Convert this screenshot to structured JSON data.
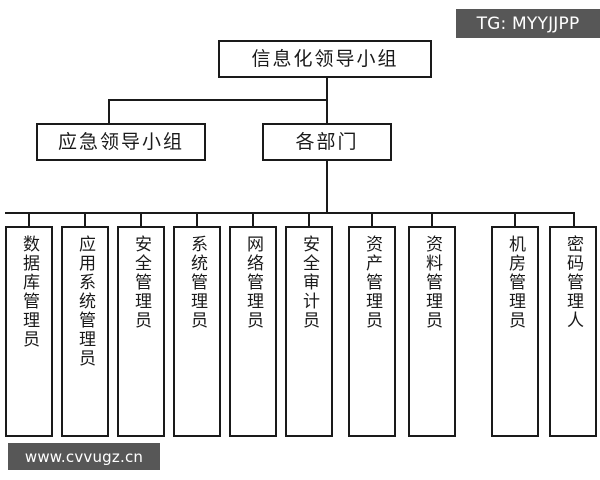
{
  "diagram": {
    "type": "organizational-chart",
    "orientation": "top-down",
    "levels": 3,
    "root": {
      "id": "root",
      "label": "信息化领导小组"
    },
    "level2": [
      {
        "id": "emergency-leadership-group",
        "label": "应急领导小组"
      },
      {
        "id": "all-departments",
        "label": "各部门"
      }
    ],
    "leaves": [
      {
        "id": "database-admin",
        "label": "数据库管理员"
      },
      {
        "id": "app-system-admin",
        "label": "应用系统管理员"
      },
      {
        "id": "security-admin",
        "label": "安全管理员"
      },
      {
        "id": "system-admin",
        "label": "系统管理员"
      },
      {
        "id": "network-admin",
        "label": "网络管理员"
      },
      {
        "id": "security-auditor",
        "label": "安全审计员"
      },
      {
        "id": "asset-admin",
        "label": "资产管理员"
      },
      {
        "id": "records-admin",
        "label": "资料管理员"
      },
      {
        "id": "data-center-admin",
        "label": "机房管理员"
      },
      {
        "id": "password-admin",
        "label": "密码管理人"
      }
    ]
  },
  "watermarks": {
    "top_right": "TG: MYYJJPP",
    "bottom_left": "www.cvvugz.cn"
  },
  "colors": {
    "line": "#1a1a1a",
    "box_fill": "#ffffff",
    "text": "#1a1a1a",
    "watermark_bg": "#575757",
    "watermark_text": "#ffffff",
    "background": "#ffffff"
  }
}
